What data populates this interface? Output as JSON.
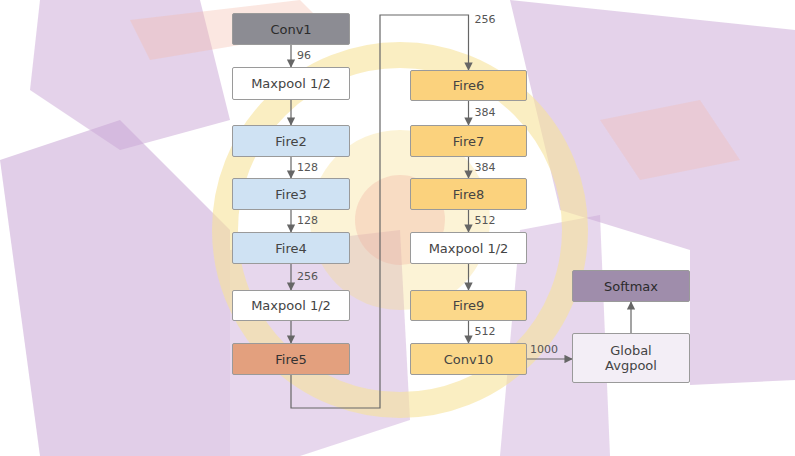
{
  "diagram": {
    "nodes": [
      {
        "text": [
          "Conv1"
        ]
      },
      {
        "text": [
          "Maxpool 1/2"
        ]
      },
      {
        "text": [
          "Fire2"
        ]
      },
      {
        "text": [
          "Fire3"
        ]
      },
      {
        "text": [
          "Fire4"
        ]
      },
      {
        "text": [
          "Maxpool 1/2"
        ]
      },
      {
        "text": [
          "Fire5"
        ]
      },
      {
        "text": [
          "Fire6"
        ]
      },
      {
        "text": [
          "Fire7"
        ]
      },
      {
        "text": [
          "Fire8"
        ]
      },
      {
        "text": [
          "Maxpool 1/2"
        ]
      },
      {
        "text": [
          "Fire9"
        ]
      },
      {
        "text": [
          "Conv10"
        ]
      },
      {
        "text": [
          "Global Avgpool"
        ]
      },
      {
        "text": [
          "Softmax"
        ]
      }
    ],
    "edges": [
      {
        "from": 0,
        "to": 1,
        "arrow": "to",
        "label": "96"
      },
      {
        "from": 1,
        "to": 2,
        "arrow": "to"
      },
      {
        "from": 2,
        "to": 3,
        "arrow": "to",
        "label": "128"
      },
      {
        "from": 3,
        "to": 4,
        "arrow": "to",
        "label": "128"
      },
      {
        "from": 4,
        "to": 5,
        "arrow": "to",
        "label": "256"
      },
      {
        "from": 5,
        "to": 6,
        "arrow": "to"
      },
      {
        "from": 6,
        "to": 7,
        "arrow": "to",
        "label": "256"
      },
      {
        "from": 7,
        "to": 8,
        "arrow": "to",
        "label": "384"
      },
      {
        "from": 8,
        "to": 9,
        "arrow": "to",
        "label": "384"
      },
      {
        "from": 9,
        "to": 10,
        "arrow": "to",
        "label": "512"
      },
      {
        "from": 10,
        "to": 11,
        "arrow": "to"
      },
      {
        "from": 11,
        "to": 12,
        "arrow": "to",
        "label": "512"
      },
      {
        "from": 12,
        "to": 13,
        "arrow": "to",
        "label": "1000"
      },
      {
        "from": 13,
        "to": 14,
        "arrow": "to"
      }
    ]
  }
}
